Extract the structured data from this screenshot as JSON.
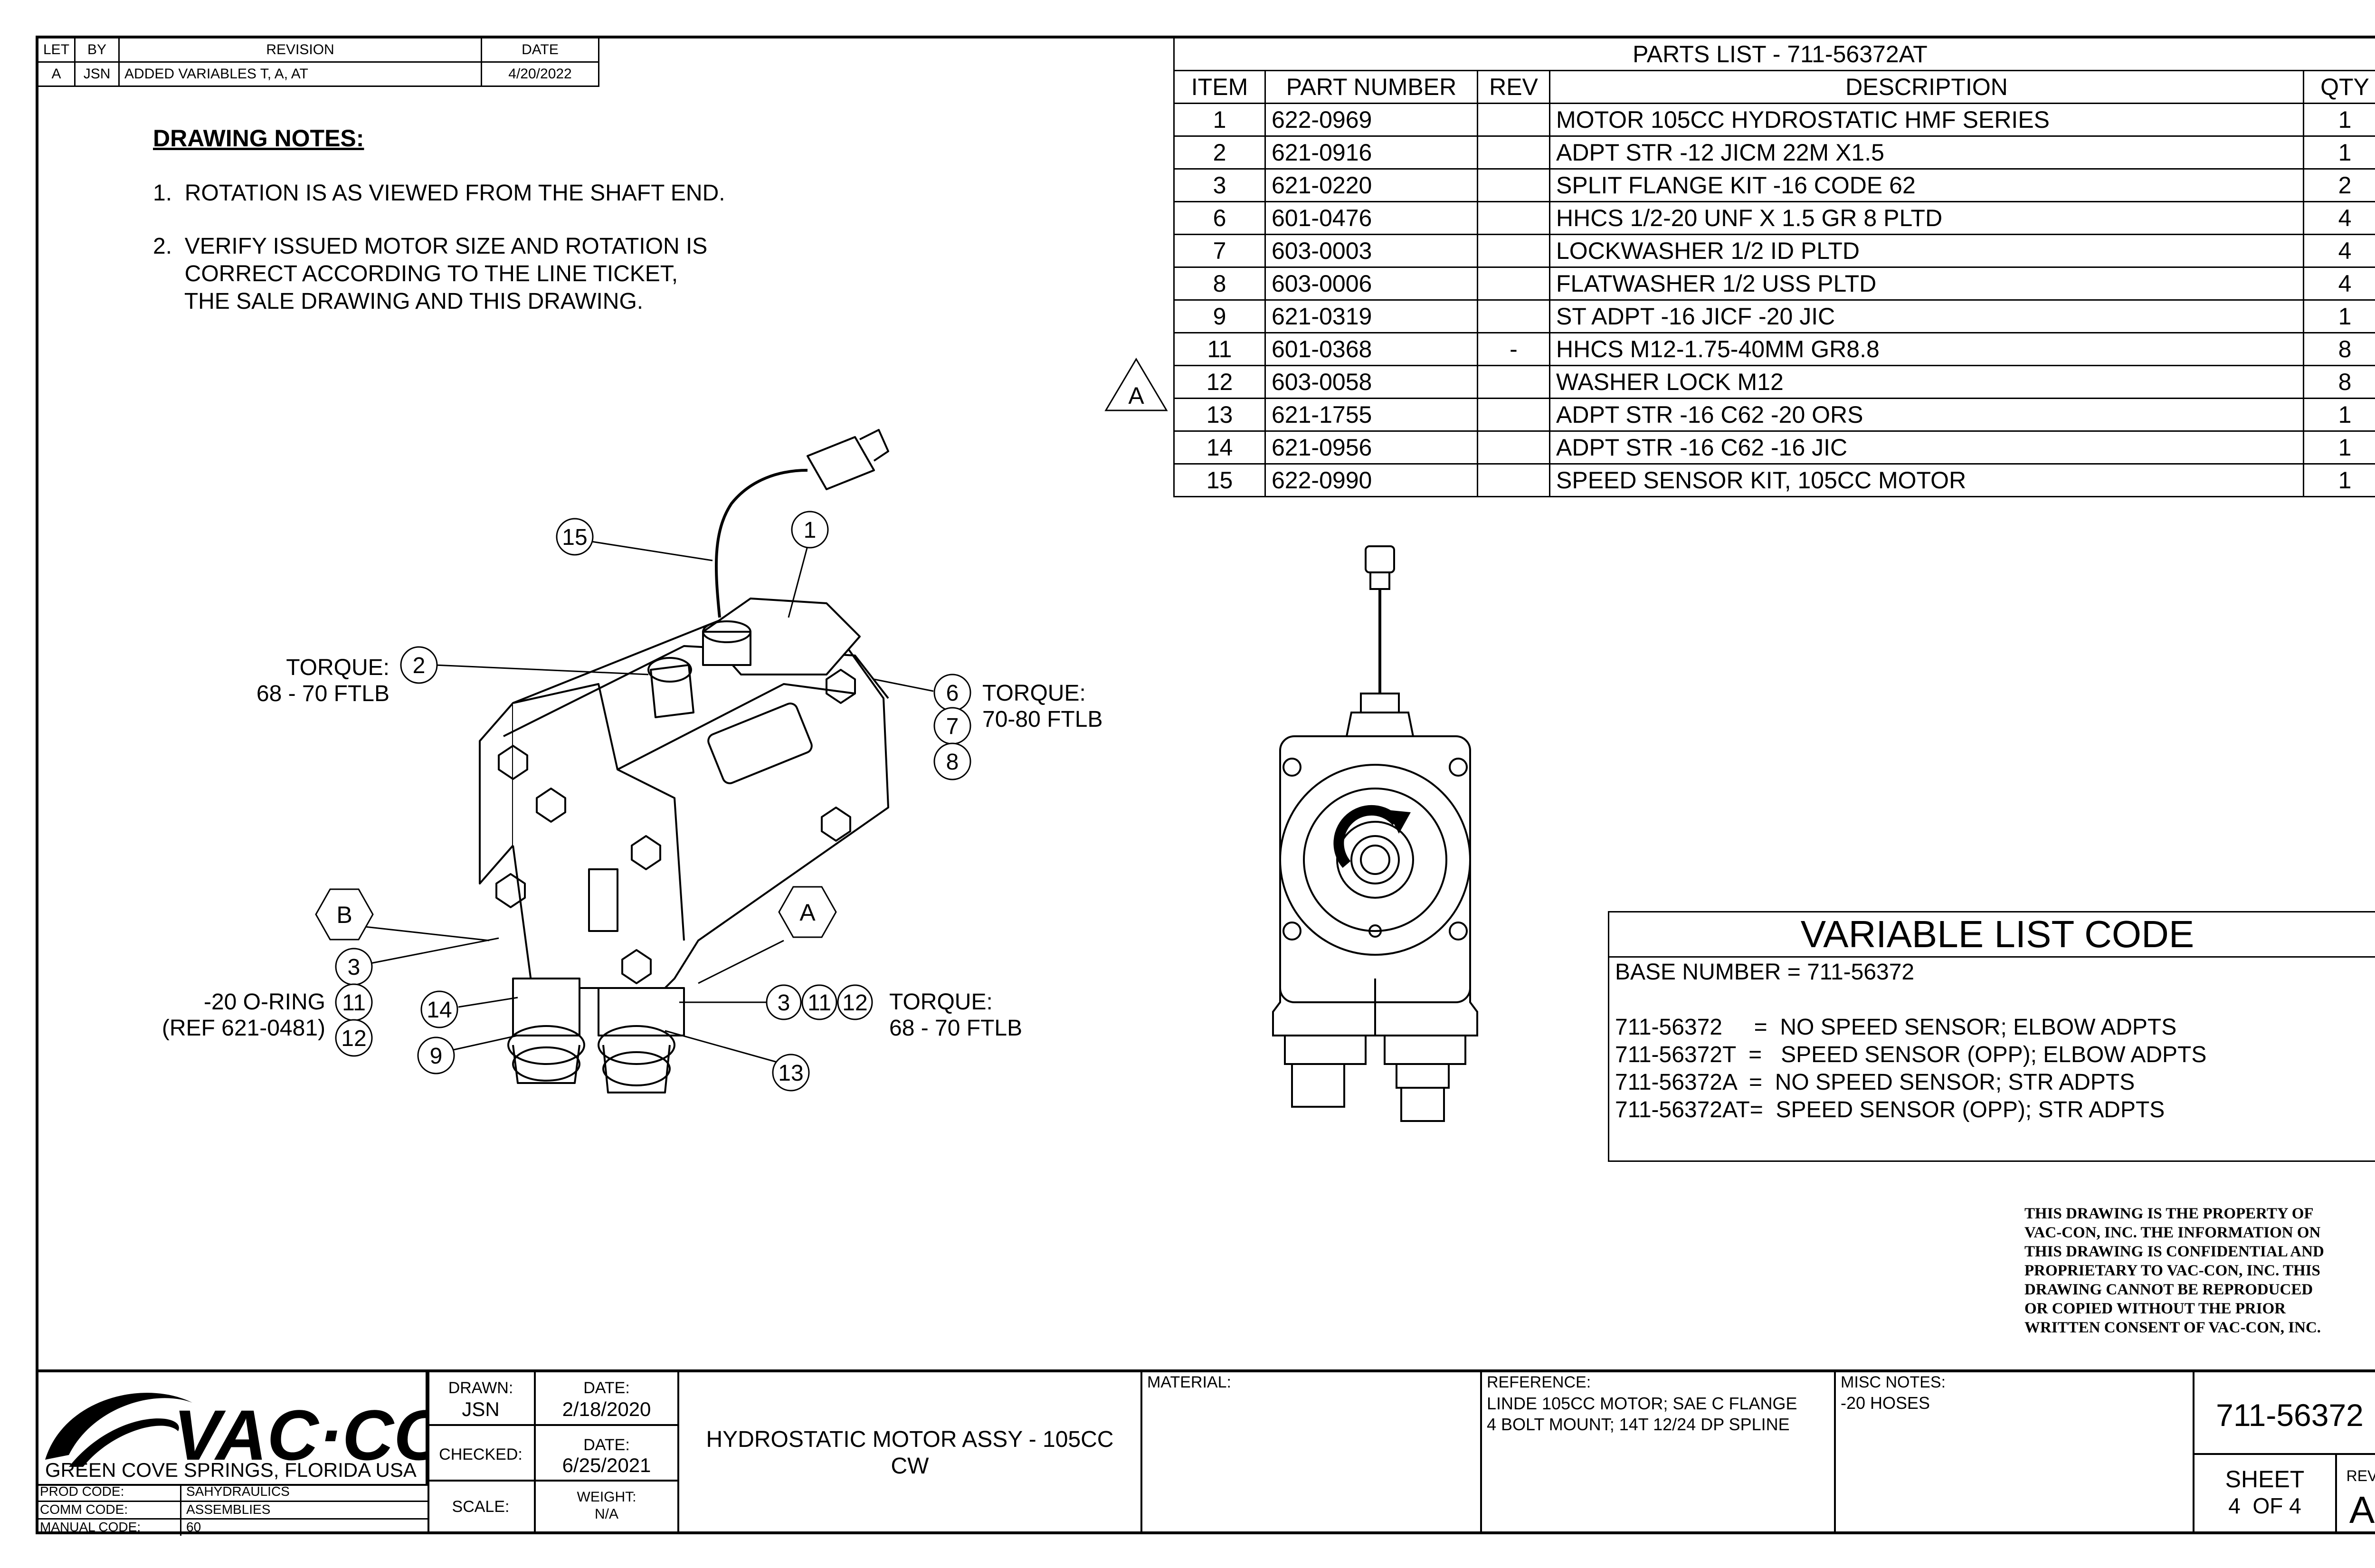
{
  "revision_block": {
    "headers": [
      "LET",
      "BY",
      "REVISION",
      "DATE"
    ],
    "rows": [
      [
        "A",
        "JSN",
        "ADDED VARIABLES T, A, AT",
        "4/20/2022"
      ]
    ]
  },
  "drawing_notes": {
    "title": "DRAWING NOTES:",
    "items": [
      [
        "1.  ROTATION IS AS VIEWED FROM THE SHAFT END."
      ],
      [
        "2.  VERIFY ISSUED MOTOR SIZE AND ROTATION IS",
        "     CORRECT ACCORDING TO THE LINE TICKET,",
        "     THE SALE DRAWING AND THIS DRAWING."
      ]
    ]
  },
  "parts_list": {
    "title": "PARTS LIST - 711-56372AT",
    "headers": [
      "ITEM",
      "PART NUMBER",
      "REV",
      "DESCRIPTION",
      "QTY"
    ],
    "rows": [
      [
        "1",
        "622-0969",
        "",
        "MOTOR 105CC HYDROSTATIC HMF SERIES",
        "1"
      ],
      [
        "2",
        "621-0916",
        "",
        "ADPT STR -12 JICM 22M X1.5",
        "1"
      ],
      [
        "3",
        "621-0220",
        "",
        "SPLIT FLANGE KIT -16 CODE 62",
        "2"
      ],
      [
        "6",
        "601-0476",
        "",
        "HHCS 1/2-20 UNF X 1.5 GR 8 PLTD",
        "4"
      ],
      [
        "7",
        "603-0003",
        "",
        "LOCKWASHER 1/2 ID PLTD",
        "4"
      ],
      [
        "8",
        "603-0006",
        "",
        "FLATWASHER 1/2 USS PLTD",
        "4"
      ],
      [
        "9",
        "621-0319",
        "",
        "ST ADPT -16 JICF -20 JIC",
        "1"
      ],
      [
        "11",
        "601-0368",
        "-",
        "HHCS M12-1.75-40MM GR8.8",
        "8"
      ],
      [
        "12",
        "603-0058",
        "",
        "WASHER LOCK M12",
        "8"
      ],
      [
        "13",
        "621-1755",
        "",
        "ADPT STR -16 C62 -20 ORS",
        "1"
      ],
      [
        "14",
        "621-0956",
        "",
        "ADPT STR -16 C62 -16 JIC",
        "1"
      ],
      [
        "15",
        "622-0990",
        "",
        "SPEED SENSOR KIT, 105CC MOTOR",
        "1"
      ]
    ],
    "rev_flag": "A"
  },
  "variable_list": {
    "title": "VARIABLE LIST CODE",
    "base": "BASE NUMBER = 711-56372",
    "lines": [
      "711-56372     =  NO SPEED SENSOR; ELBOW ADPTS",
      "711-56372T  =   SPEED SENSOR (OPP); ELBOW ADPTS",
      "711-56372A  =  NO SPEED SENSOR; STR ADPTS",
      "711-56372AT=  SPEED SENSOR (OPP); STR ADPTS"
    ]
  },
  "property_notice": [
    "THIS DRAWING IS THE PROPERTY OF",
    "VAC-CON, INC.  THE INFORMATION ON",
    "THIS DRAWING IS CONFIDENTIAL AND",
    "PROPRIETARY TO VAC-CON, INC.  THIS",
    "DRAWING CANNOT BE REPRODUCED",
    "OR COPIED WITHOUT THE PRIOR",
    "WRITTEN CONSENT OF VAC-CON, INC."
  ],
  "callouts": {
    "balloons": [
      "15",
      "1",
      "2",
      "6",
      "7",
      "8",
      "3",
      "11",
      "12",
      "14",
      "9",
      "3",
      "11",
      "12",
      "13"
    ],
    "hexes": [
      "B",
      "A"
    ],
    "torque_2": [
      "TORQUE:",
      "68 - 70 FTLB"
    ],
    "torque_6": [
      "TORQUE:",
      "70-80 FTLB"
    ],
    "oring": [
      "-20 O-RING",
      "(REF 621-0481)"
    ],
    "torque_3": [
      "TORQUE:",
      "68 - 70 FTLB"
    ]
  },
  "title_block": {
    "company": "VAC·CON",
    "location": "GREEN COVE SPRINGS, FLORIDA USA",
    "codes": [
      [
        "PROD CODE:",
        "SAHYDRAULICS"
      ],
      [
        "COMM CODE:",
        "ASSEMBLIES"
      ],
      [
        "MANUAL CODE:",
        "60"
      ]
    ],
    "drawn_label": "DRAWN:",
    "drawn_value": "JSN",
    "checked_label": "CHECKED:",
    "scale_label": "SCALE:",
    "date_label": "DATE:",
    "drawn_date": "2/18/2020",
    "checked_date": "6/25/2021",
    "weight_label": "WEIGHT:",
    "weight_value": "N/A",
    "title_line1": "HYDROSTATIC MOTOR ASSY - 105CC",
    "title_line2": "CW",
    "material_label": "MATERIAL:",
    "reference_label": "REFERENCE:",
    "reference_lines": [
      "LINDE 105CC MOTOR;  SAE C FLANGE",
      "4 BOLT MOUNT; 14T 12/24 DP SPLINE"
    ],
    "misc_label": "MISC NOTES:",
    "misc_value": "-20 HOSES",
    "part_number": "711-56372",
    "sheet_label": "SHEET",
    "sheet_value": "4  OF 4",
    "rev_label": "REV",
    "rev_value": "A"
  }
}
